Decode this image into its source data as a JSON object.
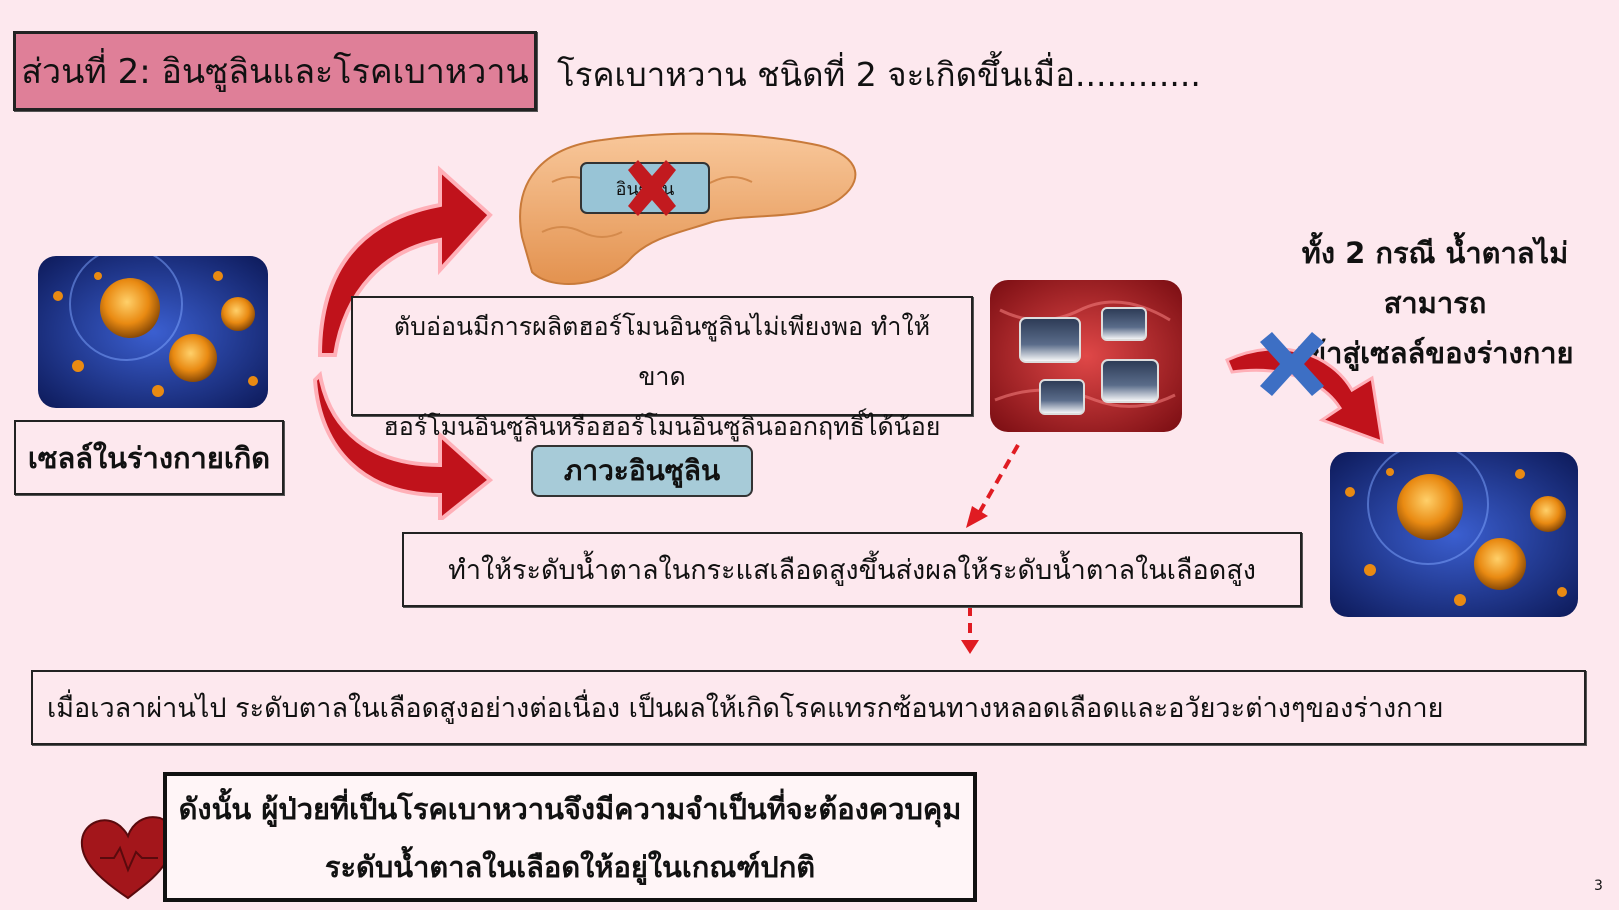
{
  "slide": {
    "section_title": "ส่วนที่ 2: อินซูลินและโรคเบาหวาน",
    "heading": "โรคเบาหวาน ชนิดที่ 2 จะเกิดขึ้นเมื่อ............",
    "insulin_label": "อินซูลิน",
    "pancreas_text_line1": "ตับอ่อนมีการผลิตฮอร์โมนอินซูลินไม่เพียงพอ ทำให้ขาด",
    "pancreas_text_line2": "ฮอร์โมนอินซูลินหรือฮอร์โมนอินซูลินออกฤทธิ์ได้น้อยลง",
    "cell_label": "เซลล์ในร่างกายเกิด",
    "insulin_resistance": "ภาวะอินซูลิน",
    "sugar_text": "ทำให้ระดับน้ำตาลในกระแสเลือดสูงขึ้นส่งผลให้ระดับน้ำตาลในเลือดสูง",
    "both_cases_line1": "ทั้ง 2 กรณี น้ำตาลไม่สามารถ",
    "both_cases_line2": "เข้าสู่เซลล์ของร่างกาย",
    "time_text": "เมื่อเวลาผ่านไป ระดับตาลในเลือดสูงอย่างต่อเนื่อง เป็นผลให้เกิดโรคแทรกซ้อนทางหลอดเลือดและอวัยวะต่างๆของร่างกาย",
    "conclusion_line1": "ดังนั้น ผู้ป่วยที่เป็นโรคเบาหวานจึงมีความจำเป็นที่จะต้องควบคุม",
    "conclusion_line2": "ระดับน้ำตาลในเลือดให้อยู่ในเกณฑ์ปกติ",
    "page_number": "3"
  },
  "colors": {
    "background": "#fde8ee",
    "title_fill": "#df7f98",
    "arrow_red": "#c0121b",
    "label_blue": "#a7cbd8",
    "cross_blue": "#3d6fc4",
    "cross_red": "#c21a1f"
  },
  "icons": [
    "cell-image",
    "pancreas-image",
    "blood-vessel-sugar-image",
    "heart-icon",
    "cross-icon"
  ]
}
